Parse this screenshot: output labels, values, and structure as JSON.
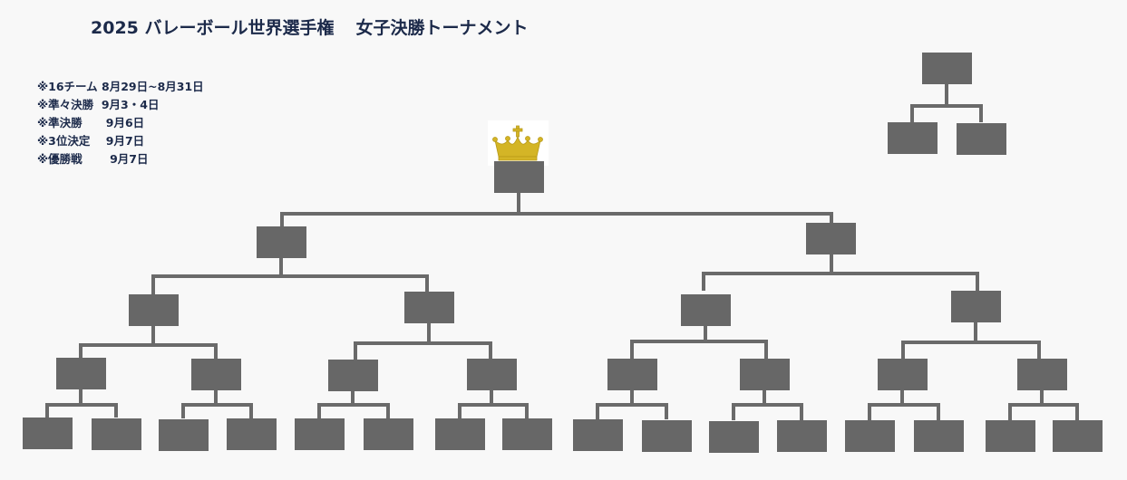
{
  "title": {
    "part1": "2025 バレーボール世界選手権",
    "part2": "女子決勝トーナメント"
  },
  "notes": [
    "※16チーム 8月29日~8月31日",
    "※準々決勝  9月3・4日",
    "※準決勝      9月6日",
    "※3位決定    9月7日",
    "※優勝戦       9月7日"
  ],
  "colors": {
    "background": "#f8f8f8",
    "box": "#676767",
    "line": "#6a6a6a",
    "title": "#1c2a4a",
    "crown": "#d4b526"
  },
  "icons": {
    "crown": "crown-icon"
  }
}
